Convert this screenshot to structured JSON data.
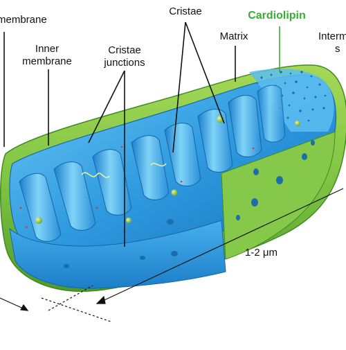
{
  "labels": {
    "outer_membrane": "membrane",
    "inner_membrane_line1": "Inner",
    "inner_membrane_line2": "membrane",
    "cristae_junctions_line1": "Cristae",
    "cristae_junctions_line2": "junctions",
    "cristae": "Cristae",
    "cardiolipin": "Cardiolipin",
    "matrix": "Matrix",
    "intermembrane_line1": "Interm",
    "intermembrane_line2": "s",
    "scale": "1-2 μm"
  },
  "colors": {
    "outer_green": "#7cc242",
    "outer_green_dark": "#4f9a2a",
    "inner_blue": "#2f9be0",
    "inner_blue_light": "#62c2f2",
    "inner_blue_dark": "#1670b8",
    "cardiolipin_accent": "#3aaa35",
    "ribosome_green": "#9dcc3a",
    "leader_line": "#111111"
  }
}
